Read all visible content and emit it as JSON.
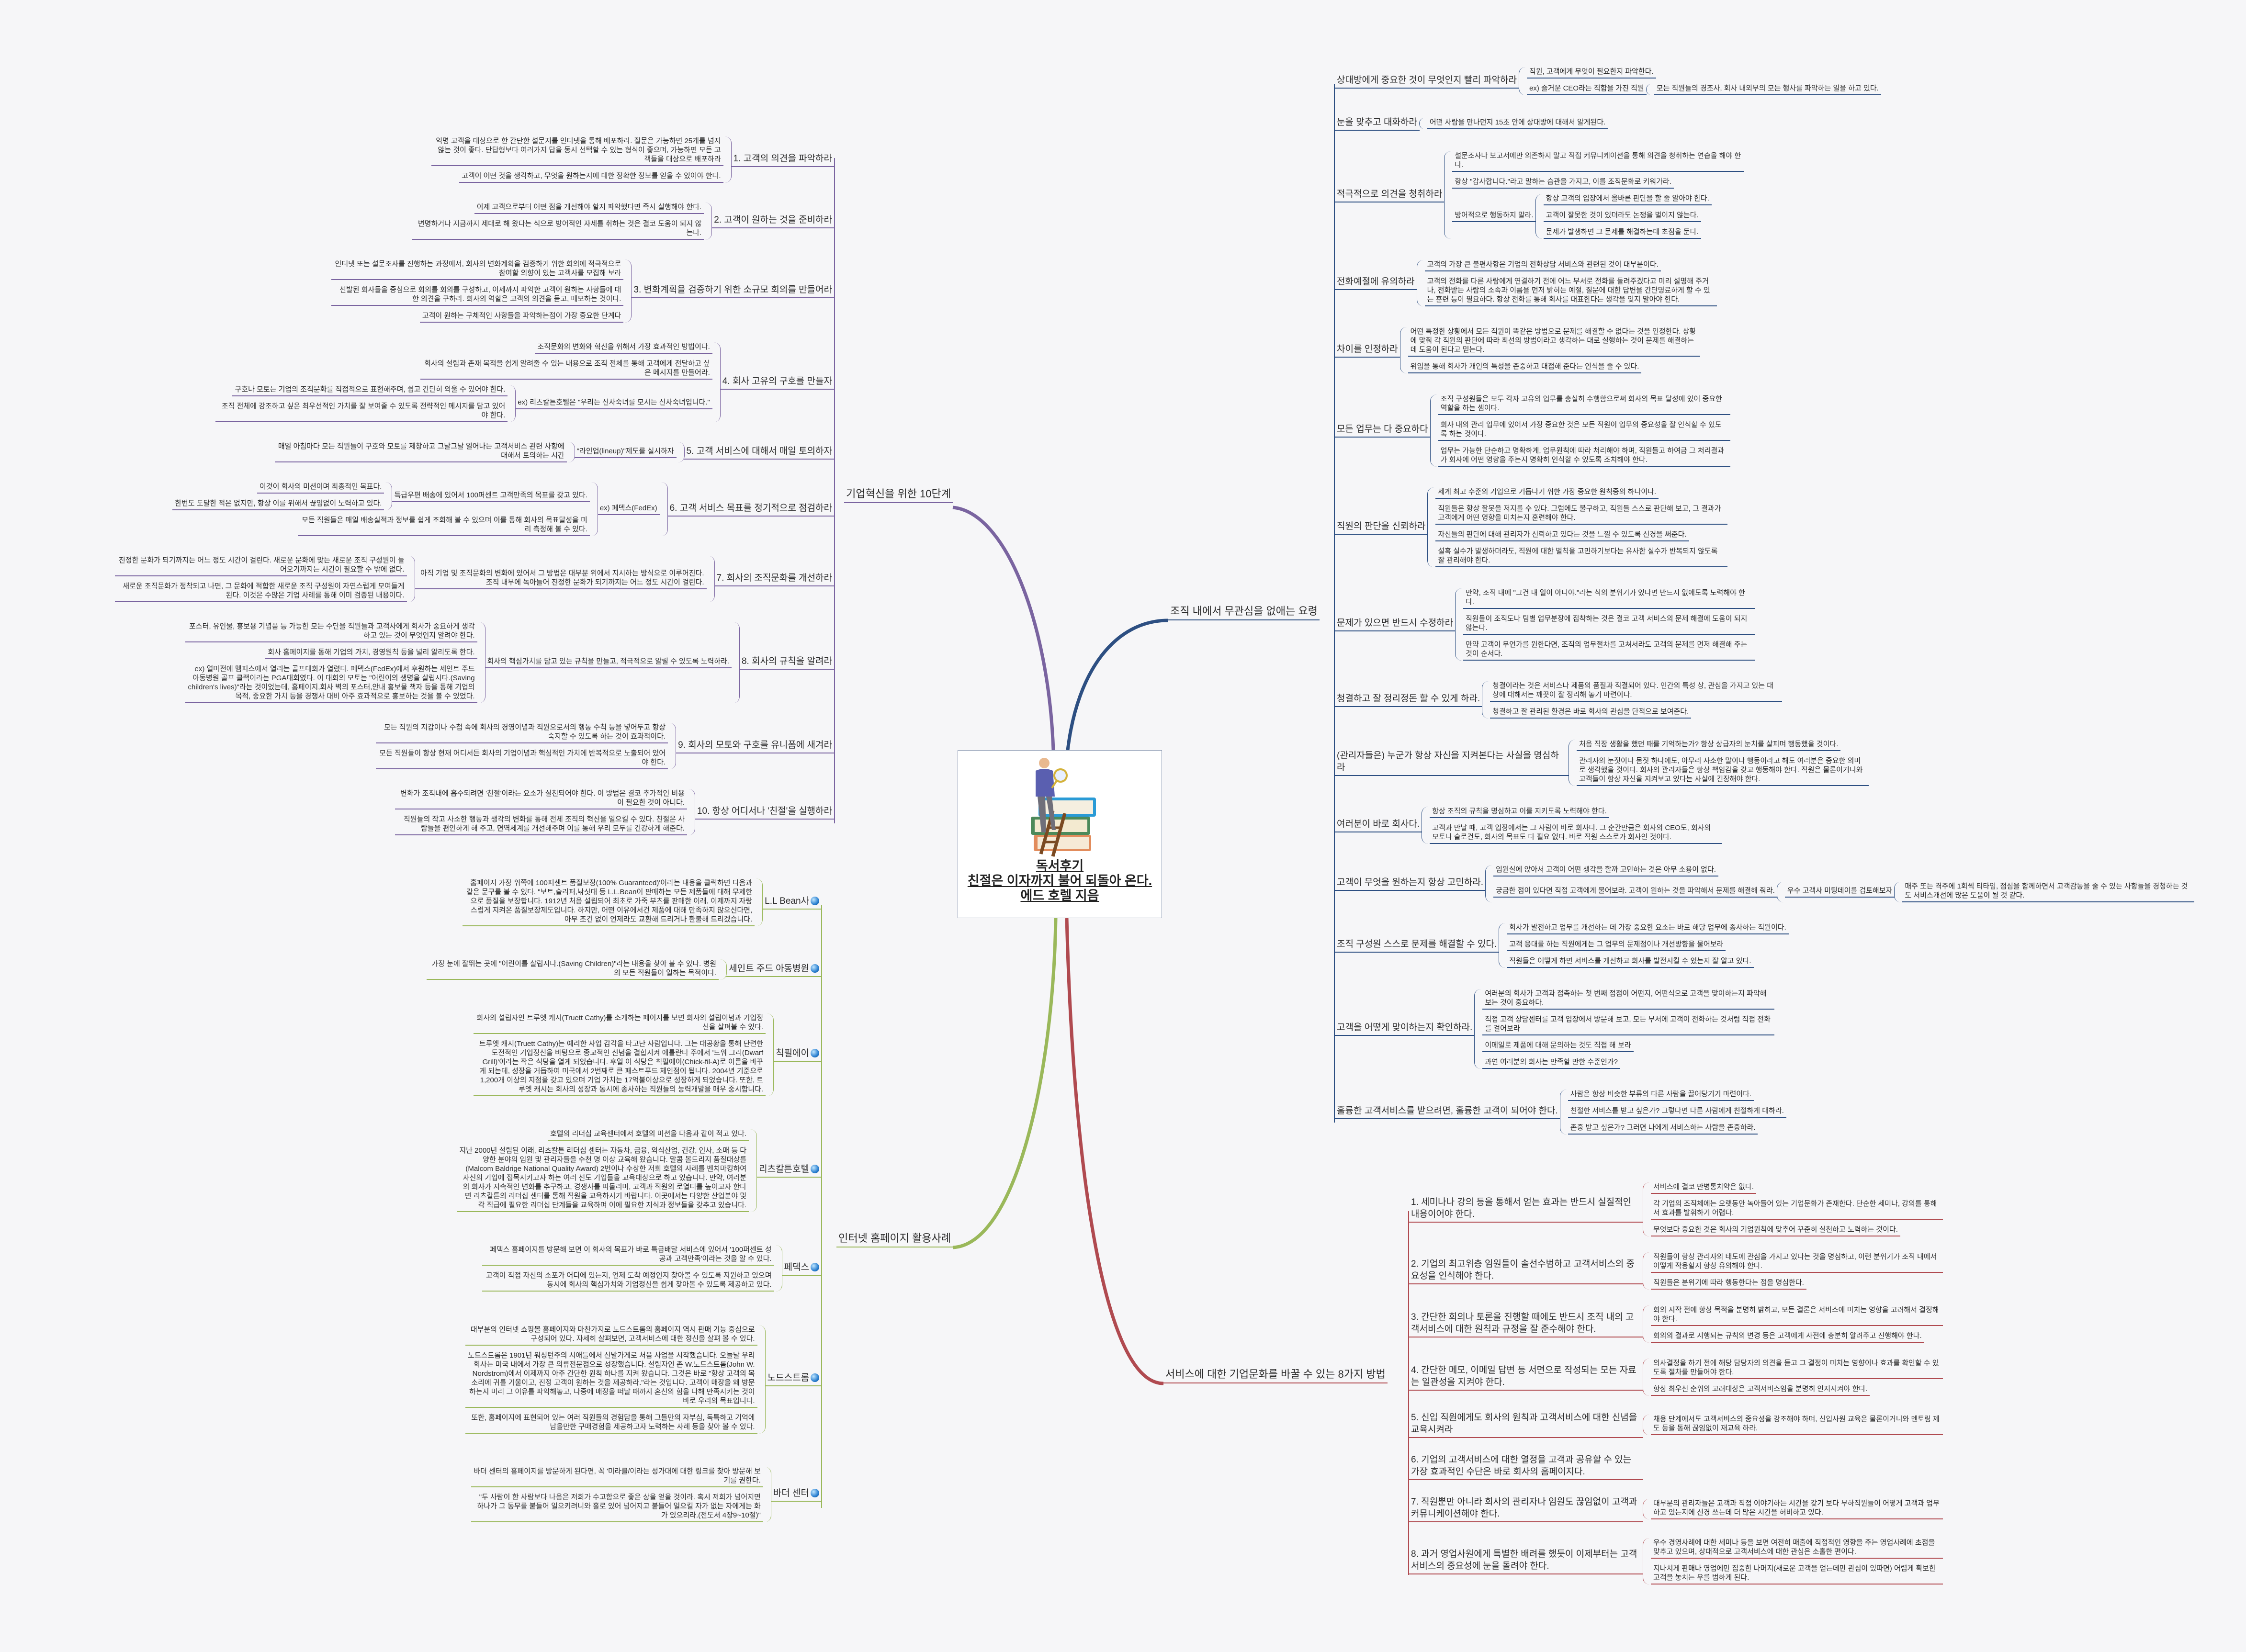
{
  "root": {
    "line1": "독서후기",
    "line2": "친절은 이자까지 불어 되돌아 온다.",
    "line3": "에드 호렐 지음"
  },
  "colors": {
    "purple": "#7a64a0",
    "navy": "#2d4f82",
    "red": "#b04a50",
    "green": "#9ab85a"
  },
  "branches": [
    {
      "id": "purple",
      "side": "left",
      "color": "#7a64a0",
      "label": "기업혁신을 위한 10단계",
      "topics": [
        {
          "label": "1. 고객의 의견을 파악하라",
          "children": [
            {
              "label": "익명 고객을 대상으로 한 간단한 설문지를 인터넷을 통해 배포하라. 질문은 가능하면 25개를 넘지 않는 것이 좋다. 단답형보다 여러가지 답을 동시 선택할 수 있는 형식이 좋으며, 가능하면 모든 고객들을 대상으로 배포하라"
            },
            {
              "label": "고객이 어떤 것을 생각하고, 무엇을 원하는지에 대한 정확한 정보를 얻을 수 있어야 한다."
            }
          ]
        },
        {
          "label": "2. 고객이 원하는 것을 준비하라",
          "children": [
            {
              "label": "이제 고객으로부터 어떤 점을 개선해야 할지 파악했다면 즉시 실행해야 한다."
            },
            {
              "label": "변명하거나 지금까지 제대로 해 왔다는 식으로 방어적인 자세를 취하는 것은 결코 도움이 되지 않는다."
            }
          ]
        },
        {
          "label": "3. 변화계획을 검증하기 위한 소규모 회의를 만들어라",
          "children": [
            {
              "label": "인터넷 또는 설문조사를 진행하는 과정에서, 회사의 변화계획을 검증하기 위한 회의에 적극적으로 참여할 의향이 있는 고객사를 모집해 보라"
            },
            {
              "label": "선발된 회사들을 중심으로 회의를 회의를 구성하고, 이제까지 파악한 고객이 원하는 사항들에 대한 의견을 구하라.  회사의 역할은 고객의 의견을 듣고, 메모하는 것이다."
            },
            {
              "label": "고객이 원하는 구체적인 사항들을 파악하는점이 가장 중요한 단계다"
            }
          ]
        },
        {
          "label": "4. 회사 고유의 구호를 만들자",
          "children": [
            {
              "label": "조직문화의 변화와 혁신을 위해서 가장 효과적인 방법이다."
            },
            {
              "label": "회사의 설립과 존재 목적을 쉽게 알려줄 수 있는 내용으로 조직 전체를 통해 고객에게 전달하고 싶은 메시지를 만들어라."
            },
            {
              "label": "ex) 리츠칼튼호텔은 \"우리는 신사숙녀를 모시는 신사숙녀입니다.\"",
              "children": [
                {
                  "label": "구호나 모토는 기업의 조직문화를 직접적으로 표현해주며, 쉽고 간단히 외울 수 있어야 한다."
                },
                {
                  "label": "조직 전체에 강조하고 싶은 최우선적인 가치를 잘 보여줄 수 있도록 전략적인 메시지를 담고 있어야 한다."
                }
              ]
            }
          ]
        },
        {
          "label": "5. 고객 서비스에 대해서 매일 토의하자",
          "children": [
            {
              "label": "\"라인업(lineup)\"제도를 실시하자",
              "children": [
                {
                  "label": "매일 아침마다 모든 직원들이 구호와 모토를 제창하고 그날그날 일어나는 고객서비스 관련 사항에 대해서 토의하는 시간"
                }
              ]
            }
          ]
        },
        {
          "label": "6. 고객 서비스 목표를 정기적으로 점검하라",
          "children": [
            {
              "label": "ex) 페덱스(FedEx)",
              "children": [
                {
                  "label": "특급우편 배송에 있어서 100퍼센트 고객만족의 목표를 갖고 있다.",
                  "children": [
                    {
                      "label": "이것이 회사의 미션이며 최종적인 목표다."
                    },
                    {
                      "label": "한번도 도달한 적은 없지만, 항상 이를 위해서 끊임없이 노력하고 있다."
                    }
                  ]
                },
                {
                  "label": "모든 직원들은 매일 배송실적과 정보를 쉽게 조회해 볼 수 있으며 이를 통해 회사의 목표달성을 미리 측정해 볼 수 있다."
                }
              ]
            }
          ]
        },
        {
          "label": "7. 회사의 조직문화를 개선하라",
          "children": [
            {
              "label": "아직 기업 및 조직문화의 변화에 있어서 그 방법은 대부분 위에서 지시하는 방식으로 이루어진다.조직 내부에 녹아들어 진정한 문화가 되기까지는 어느 정도 시간이 걸린다.",
              "children": [
                {
                  "label": "진정한 문화가 되기까지는 어느 정도 시간이 걸린다. 새로운 문화에 맞는 새로운 조직 구성원이 들어오기까지는 시간이 필요할 수 밖에 없다."
                },
                {
                  "label": "새로운 조직문화가 정착되고 나면, 그 문화에 적합한 새로운 조직 구성원이 자연스럽게 모여들게 된다. 이것은 수많은 기업 사례를 통해 이미 검증된 내용이다."
                }
              ]
            }
          ]
        },
        {
          "label": "8. 회사의 규칙을 알려라",
          "children": [
            {
              "label": "회사의 핵심가치를 담고 있는 규칙을 만들고, 적극적으로 알릴 수 있도록 노력하라.",
              "children": [
                {
                  "label": "포스터, 유인물, 홍보용 기념품 등 가능한 모든 수단을 직원들과 고객사에게 회사가 중요하게 생각하고 있는 것이 무엇인지 알려야 한다."
                },
                {
                  "label": "회사 홈페이지를 통해 기업의 가치, 경영원칙 등을 널리 알리도록 한다."
                },
                {
                  "label": "ex) 얼마전에 멤피스에서 열리는 골프대회가 열렸다. 페덱스(FedEx)에서 후원하는 세인트 주드 아동병원 골프 클랙이라는 PGA대회였다. 이 대회의 모토는 \"어린이의 생명을 살립시다.(Saving children's lives)\"라는 것이었는데, 홈페이지,회사 벽의 포스터,안내 홍보물 책자 등을 통해 기업의 목적, 중요한 가치 등을 경쟁사 대비 아주 효과적으로 홍보하는 것을 볼 수 있었다."
                }
              ]
            }
          ]
        },
        {
          "label": "9. 회사의 모토와 구호를 유니폼에 새겨라",
          "children": [
            {
              "label": "모든 직원의 지갑이나 수첩 속에 회사의 경영이념과 직원으로서의 행동 수칙 등을 넣어두고 항상 숙지할 수 있도록 하는 것이 효과적이다."
            },
            {
              "label": "모든 직원들이 항상 현재 어디서든 회사의 기업이념과 핵심적인 가치에 반복적으로 노출되어 있어야 한다."
            }
          ]
        },
        {
          "label": "10. 항상 어디서나 '친절'을 실행하라",
          "children": [
            {
              "label": "변화가 조직내에 흡수되려면 '친절'이라는 요소가 실천되어야 한다. 이 방법은 결코 추가적인 비용이 필요한 것이 아니다."
            },
            {
              "label": "직원들의 작고 사소한 행동과 생각의 변화를 통해 전체 조직의 혁신을 일으킬 수 있다. 친절은 사람들을 편안하게 해 주고, 면역체계를 개선해주며 이를 통해 우리 모두를 건강하게 해준다."
            }
          ]
        }
      ]
    },
    {
      "id": "navy",
      "side": "right",
      "color": "#2d4f82",
      "label": "조직 내에서 무관심을 없애는 요령",
      "topics": [
        {
          "label": "상대방에게 중요한 것이 무엇인지 빨리 파악하라",
          "children": [
            {
              "label": "직원, 고객에게 무엇이 필요한지 파악한다."
            },
            {
              "label": "ex) 즐거운 CEO라는 직함을 가진 직원",
              "children": [
                {
                  "label": "모든 직원들의 경조사, 회사 내외부의 모든 행사를 파악하는 일을 하고 있다."
                }
              ]
            }
          ]
        },
        {
          "label": "눈을 맞추고 대화하라",
          "children": [
            {
              "label": "어떤 사람을 만나던지 15초 안에 상대방에 대해서 알게된다."
            }
          ]
        },
        {
          "label": "적극적으로 의견을 청취하라",
          "children": [
            {
              "label": "설문조사나 보고서에만 의존하지 말고 직접 커뮤니케이션을 통해 의견을 청취하는 연습을 해야 한다."
            },
            {
              "label": "항상 \"감사합니다.\"라고 말하는 습관을 가지고, 이를 조직문화로 키워가라."
            },
            {
              "label": "방어적으로 행동하지 말라.",
              "children": [
                {
                  "label": "항상 고객의 입장에서 올바른 판단을 할 줄 알아야 한다."
                },
                {
                  "label": "고객이 잘못한 것이 있더라도 논쟁을 벌이지 않는다."
                },
                {
                  "label": "문제가 발생하면 그 문제를 해결하는데 초점을 둔다."
                }
              ]
            }
          ]
        },
        {
          "label": "전화예절에 유의하라",
          "children": [
            {
              "label": "고객의 가장 큰 불편사항은 기업의 전화상담 서비스와 관련된 것이 대부분이다."
            },
            {
              "label": "고객의 전화를 다른 사람에게 연결하기 전에 어느 부서로 전화를 돌려주겠다고 미리 설명해 주거나, 전화받는 사람의 소속과 이름을 먼저 밝히는 예절, 질문에 대한 답변을 간단명료하게 할 수 있는 훈련 등이 필요하다. 항상 전화를 통해 회사를 대표한다는 생각을 잊지 말아야 한다."
            }
          ]
        },
        {
          "label": "차이를 인정하라",
          "children": [
            {
              "label": "어떤 특정한 상황에서 모든 직원이 똑같은 방법으로 문제를 해결할 수 없다는 것을 인정한다. 상황에 맞춰 각 직원의 판단에 따라 최선의 방법이라고 생각하는 대로 실행하는 것이 문제를 해결하는 데 도움이 된다고 믿는다."
            },
            {
              "label": "위임을 통해 회사가 개인의 특성을 존중하고 대접해 준다는 인식을 줄 수 있다."
            }
          ]
        },
        {
          "label": "모든 업무는 다 중요하다",
          "children": [
            {
              "label": "조직 구성원들은 모두 각자 고유의 업무를 충실히 수행함으로써 회사의 목표 달성에 있어 중요한 역할을 하는 셈이다."
            },
            {
              "label": "회사 내의 관리 업무에 있어서 가장 중요한 것은 모든 직원이 업무의 중요성을 잘 인식할 수 있도록 하는 것이다."
            },
            {
              "label": "업무는 가능한 단순하고 명확하게, 업무원칙에 따라 처리해야 하며, 직원들고 하여금 그 처리결과가 회사에 어떤 영향을 주는지 명확히 인식할 수 있도록 조치해야 한다."
            }
          ]
        },
        {
          "label": "직원의 판단을 신뢰하라",
          "children": [
            {
              "label": "세계 최고 수준의 기업으로 거듭나기 위한 가장 중요한 원칙중의 하나이다."
            },
            {
              "label": "직원들은 항상 잘못을 저지를 수 있다. 그럼에도 불구하고, 직원들 스스로 판단해 보고, 그 결과가 고객에게 어떤 영향을 미치는지 훈련해야 한다."
            },
            {
              "label": "자신들의 판단에 대해 관리자가 신뢰하고 있다는 것을 느낄 수 있도록 신경을 써준다."
            },
            {
              "label": "설혹 실수가 발생하더라도, 직원에 대한 벌칙을 고민하기보다는 유사한 실수가 반복되지 않도록 잘 관리해야 한다."
            }
          ]
        },
        {
          "label": "문제가 있으면 반드시 수정하라",
          "children": [
            {
              "label": "만약, 조직 내에 \"그건 내 일이 아니야.\"라는 식의 분위기가 있다면 반드시 없애도록 노력해야 한다."
            },
            {
              "label": "직원들이 조직도나 팀별 업무분장에 집착하는 것은 결코 고객 서비스의 문제 해결에 도움이 되지 않는다."
            },
            {
              "label": "만약 고객이 무언가를 원한다면, 조직의 업무절차를 고쳐서라도 고객의 문제를 먼저 해결해 주는 것이 순서다."
            }
          ]
        },
        {
          "label": "청결하고 잘 정리정돈 할 수 있게 하라.",
          "children": [
            {
              "label": "청결이라는 것은 서비스나 제품의 품질과 직결되어 있다. 인간의 특성 상, 관심을 가지고 있는 대상에 대해서는 깨끗이 잘 정리해 놓기 마련이다."
            },
            {
              "label": "청결하고 잘 관리된 환경은 바로 회사의 관심을 단적으로 보여준다."
            }
          ]
        },
        {
          "label": "(관리자들은) 누군가 항상 자신을 지켜본다는 사실을 명심하라",
          "children": [
            {
              "label": "처음 직장 생활을 했던 때를 기억하는가? 항상 상급자의 눈치를 살피며 행동했을 것이다."
            },
            {
              "label": "관리자의 눈짓이나 몸짓 하나에도, 아무리 사소한 말이나 행동이라고 해도 여러분은 중요한 의미로 생각했을 것이다. 회사의 관리자들은 항상 책임감을 갖고 행동해야 한다. 직원은 물론이거니와 고객들이 항상 자신을 지켜보고 있다는 사실에 긴장해야 한다."
            }
          ]
        },
        {
          "label": "여러분이 바로 회사다.",
          "children": [
            {
              "label": "항상 조직의 규칙을 명심하고 이를 지키도록 노력해야 한다."
            },
            {
              "label": "고객과 만날 때, 고객 입장에서는 그 사람이 바로 회사다. 그 순간만큼은 회사의 CEO도, 회사의 모토나 슬로건도, 회사의 목표도 다 필요 없다. 바로 직원 스스로가 회사인 것이다."
            }
          ]
        },
        {
          "label": "고객이 무엇을 원하는지 항상 고민하라.",
          "children": [
            {
              "label": "임원실에 앉아서 고객이 어떤 생각을 할까 고민하는 것은 아무 소용이 없다."
            },
            {
              "label": "궁금한 점이 있다면 직접 고객에게 물어보라. 고객이 원하는 것을 파악해서 문제를 해결해 줘라.",
              "children": [
                {
                  "label": "우수 고객사 미팅데이를 검토해보자",
                  "children": [
                    {
                      "label": "매주 또는 격주에 1회씩 티타임, 점심을 함께하면서 고객감동을 줄 수 있는 사항들을 경청하는 것도 서비스개선에 많은 도움이 될 것 같다."
                    }
                  ]
                }
              ]
            }
          ]
        },
        {
          "label": "조직 구성원 스스로 문제를 해결할 수 있다.",
          "children": [
            {
              "label": "회사가 발전하고 업무를 개선하는 데 가장 중요한 요소는 바로 해당 업무에 종사하는 직원이다."
            },
            {
              "label": "고객 응대를 하는 직원에게는 그 업무의 문제점이나 개선방향을 물어보라"
            },
            {
              "label": "직원들은 어떻게 하면 서비스를 개선하고 회사를 발전시킬 수 있는지 잘 알고 있다."
            }
          ]
        },
        {
          "label": "고객을 어떻게 맞이하는지 확인하라.",
          "children": [
            {
              "label": "여러분의 회사가 고객과 접촉하는 첫 번째 접점이 어떤지, 어떤식으로 고객을 맞이하는지 파악해 보는 것이 중요하다."
            },
            {
              "label": "직접 고객 상담센터를 고객 입장에서 방문해 보고, 모든 부서에 고객이 전화하는 것처럼 직접 전화를 걸어보라"
            },
            {
              "label": "이메일로 제품에 대해 문의하는 것도 직접 해 보라"
            },
            {
              "label": "과연 여러분의 회사는 만족할 만한 수준인가?"
            }
          ]
        },
        {
          "label": "훌륭한 고객서비스를 받으려면, 훌륭한 고객이 되어야 한다.",
          "children": [
            {
              "label": "사람은 항상 비슷한 부류의 다른 사람을 끌어당기기 마련이다."
            },
            {
              "label": "친절한 서비스를 받고 싶은가? 그렇다면 다른 사람에게 친절하게 대하라."
            },
            {
              "label": "존중 받고 싶은가? 그러면 나에게 서비스하는 사람을 존중하라."
            }
          ]
        }
      ]
    },
    {
      "id": "red",
      "side": "right",
      "color": "#b04a50",
      "label": "서비스에 대한 기업문화를 바꿀 수 있는 8가지 방법",
      "topics": [
        {
          "label": "1. 세미나나 강의 등을 통해서 얻는 효과는 반드시 실질적인 내용이어야 한다.",
          "children": [
            {
              "label": "서비스에 결코 만병통치약은 없다."
            },
            {
              "label": "각 기업의 조직체에는 오랫동안 녹아들어 있는 기업문화가 존재한다. 단순한 세미나, 강의를 통해서 효과를 발휘하기 어렵다."
            },
            {
              "label": "무엇보다 중요한 것은 회사의 기업원칙에 맞추어 꾸준히 실천하고 노력하는 것이다."
            }
          ]
        },
        {
          "label": "2. 기업의 최고위층 임원들이 솔선수범하고 고객서비스의 중요성을 인식해야 한다.",
          "children": [
            {
              "label": "직원들이 항상 관리자의 태도에 관심을 가지고 있다는 것을 명심하고, 이런 분위기가 조직 내에서 어떻게 작용할지 항상 유의해야 한다."
            },
            {
              "label": "직원들은 분위기에 따라 행동한다는 점을 명심한다."
            }
          ]
        },
        {
          "label": "3. 간단한 회의나 토론을 진행할 때에도 반드시 조직 내의 고객서비스에 대한 원칙과 규정을 잘 준수해야 한다.",
          "children": [
            {
              "label": "회의 시작 전에 항상 목적을 분명히 밝히고, 모든 결론은 서비스에 미치는 영향을 고려해서 결정해야 한다."
            },
            {
              "label": "회의의 결과로 시행되는 규칙의 변경 등은 고객에게 사전에 충분히 알려주고 진행해야 한다."
            }
          ]
        },
        {
          "label": "4. 간단한 메모, 이메일 답변 등 서면으로 작성되는 모든 자료는 일관성을 지켜야 한다.",
          "children": [
            {
              "label": "의사결정을 하기 전에 해당 담당자의 의견을 듣고 그 결정이 미치는 영향이나 효과를 확인할 수 있도록 절차를 만들어야 한다."
            },
            {
              "label": "항상 최우선 순위의 고려대상은 고객서비스임을 분명히 인지시켜야 한다."
            }
          ]
        },
        {
          "label": "5. 신입 직원에게도 회사의 원칙과 고객서비스에 대한 신념을 교육시켜라",
          "children": [
            {
              "label": "채용 단계에서도 고객서비스의 중요성을 강조해야 하며, 신입사원 교육은 물론이거니와 멘토링 제도 등을 통해 끊임없이 재교육 하라."
            }
          ]
        },
        {
          "label": "6. 기업의 고객서비스에 대한 열정을 고객과 공유할 수 있는 가장 효과적인 수단은 바로 회사의 홈페이지다."
        },
        {
          "label": "7. 직원뿐만 아니라 회사의 관리자나 임원도 끊임없이 고객과 커뮤니케이션해야 한다.",
          "children": [
            {
              "label": "대부분의 관리자들은 고객과 직접 이야기하는 시간을 갖기 보다 부하직원들이 어떻게 고객과 업무하고 있는지에 신경 쓰는데 더 많은 시간을 허비하고 있다."
            }
          ]
        },
        {
          "label": "8. 과거 영업사원에게 특별한 배려를 했듯이 이제부터는 고객 서비스의 중요성에 눈을 돌려야 한다.",
          "children": [
            {
              "label": "우수 경영사례에 대한 세미나 등을 보면 여전히 매출에 직접적인 영향을 주는 영업사례에 초점을 맞추고 있으며, 상대적으로 고객서비스에 대한 관심은 소홀한 편이다."
            },
            {
              "label": "지나치게 판매나 영업에만 집중한 나머지(새로운 고객을 얻는데만 관심이 있따면) 어렵게 확보한 고객을 놓치는 우를 범하게 된다."
            }
          ]
        }
      ]
    },
    {
      "id": "green",
      "side": "left",
      "color": "#9ab85a",
      "label": "인터넷 홈페이지 활용사례",
      "topics": [
        {
          "label": "L.L Bean사",
          "icon": "globe-link-icon",
          "children": [
            {
              "label": "홈페이지 가장 위쪽에 100퍼센트 품질보장(100% Guaranteed)'이라는 내용을 클릭하면 다음과 같은 문구를 볼 수 있다. \"보트,슬리퍼,낚싯대 등 L.L.Bean이 판매하는 모든 제품들에 대해 무제한으로 품질을 보장합니다. 1912년 처음 설립되어 최초로 가죽 부츠를 판매한 이래, 이제까지 자랑스럽게 지켜온 품질보장제도입니다. 하지만, 어떤 이유에서건 제품에 대해 만족하지 않으신다면, 아무 조건 없이 언제라도 교환해 드리거나 환불해 드리겠습니다."
            }
          ]
        },
        {
          "label": "세인트 주드 아동병원",
          "icon": "globe-link-icon",
          "children": [
            {
              "label": "가장 눈에 잘뛰는 곳에 \"어린이를 살립시다.(Saving Children)\"라는 내용을 찾아 볼 수 있다. 병원의 모든 직원들이 일하는 목적이다."
            }
          ]
        },
        {
          "label": "칙필에이",
          "icon": "globe-link-icon",
          "children": [
            {
              "label": "회사의 설립자인 트루엣 케시(Truett Cathy)를 소개하는 페이지를 보면 회사의 설립이념과 기업정신을 살펴볼 수 있다."
            },
            {
              "label": "트루엣 캐시(Truett Cathy)는 예리한 사업 감각을 타고난 사람입니다. 그는 대공황을 통해 단련한 도전적인 기업정신을 바탕으로 종교적인 신념을 결합시켜 애틀란타 주에서 '드워 그리(Dwarf Grill)'이라는 작은 식당을 열게 되었습니다. 후일 이 식당은 칙필에이(Chick-fil-A)로 이름을 바꾸게 되는데, 성장을 거듭하여 미국에서 2번째로 큰 패스트푸드 체인점이 됩니다. 2004년 기준으로 1,200개 이상의 지점을 갖고 있으며 기업 가치는 17억불이상으로 성장하게 되었습니다. 또한, 트루엣 캐시는 회사의 성장과 동시에 종사하는 직원들의 능력개발을 매우 중시합니다."
            }
          ]
        },
        {
          "label": "리츠칼튼호텔",
          "icon": "globe-link-icon",
          "children": [
            {
              "label": "호텔의 리더십 교육센터에서 호텔의 미션을 다음과 같이 적고 있다."
            },
            {
              "label": "지난 2000년 설립된 이래, 리츠칼튼 리더십 센터는 자동차, 금융, 외식산업, 건강, 인사, 소매 등 다양한 분야의 임원 및 관리자들을 수천 명 이상 교육해 왔습니다. 말콤 볼드리지 품질대상를(Malcom Baldrige National Quality Award) 2번이나 수상한 저희 호텔의 사례를 벤치마킹하여 자신의 기업에 접목시키고자 하는 여러 선도 기업들을 교육대상으로 하고 있습니다. 만약, 여러분의 회사가 지속적인 변화를 추구하고, 경쟁사를 따돌리며, 고객과 직원의 로열티를 높이고자 한다면 리츠칼튼의 리더십 센터를 통해 직원을 교육하시기 바랍니다. 이곳에서는 다양한 산업분야 및 각 직급에 필요한 리더십 단계들을 교육하며 이에 필요한 지식과 정보들을 갖추고 있습니다."
            }
          ]
        },
        {
          "label": "페덱스",
          "icon": "globe-link-icon",
          "children": [
            {
              "label": "페덱스 홈페이지를 방문해 보면 이 회사의 목표가 바로 특급배달 서비스에 있어서 '100퍼센트 성공과 고객만족'이라는 것을 알 수 있다."
            },
            {
              "label": "고객이 직접 자신의 소포가 어디에 있는지, 언제 도착 예정인지 찾아볼 수 있도록 지원하고 있으며 동시에 회사의 핵심가치와 기업정신을 쉽게 찾아볼 수 있도록 제공하고 있다."
            }
          ]
        },
        {
          "label": "노드스트롬",
          "icon": "globe-link-icon",
          "children": [
            {
              "label": "대부분의 인터넷 쇼핑몰 홈페이지와 마찬가지로 노드스트롬의 홈페이지 역시 판매 기능 중심으로 구성되어 있다. 자세히 살펴보면, 고객서비스에 대한 정신을 살펴 볼 수 있다."
            },
            {
              "label": "노드스트롬은 1901년 워싱턴주의 시애틀에서 신발가게로 처음 사업을 시작했습니다. 오늘날 우리 회사는 미국 내에서 가장 큰 의류전문점으로 성장했습니다. 설립자인 존 W.노드스트롬(John W. Nordstrom)에서 이제까지 아주 간단한 원칙 하나를 지켜 왔습니다. 그것은 바로 \"항상 고객의 목소리에 귀를 기울이고, 진정 고객이 원하는 것을 제공하라.\"라는 것입니다. 고객이 매장을 왜 방문하는지 미리 그 이유를 파악해놓고, 나중에 매장을 떠날 때까지 혼신의 힘을 다해 만족시키는 것이 바로 우리의 목표입니다."
            },
            {
              "label": "또한, 홈페이지에 표현되어 있는 여러 직원들의 경험담을 통해 그들만의 자부심, 독특하고 기억에 남을만한 구매경험을 제공하고자 노력하는 사례 등을 찾아 볼 수 있다."
            }
          ]
        },
        {
          "label": "바더 센터",
          "icon": "globe-link-icon",
          "children": [
            {
              "label": "바더 센터의 홈페이지를 방문하게 된다면, 꼭 '미라클/이라는 성가대에 대한 링크를 찾아 방문해 보기를 권한다."
            },
            {
              "label": "\"두 사람이 한 사람보다 나음은 저희가 수고함으로 좋은 상을 얻을 것이라. 혹시 저희가 넘어지면 하나가 그 동무를 붙들어 일으키려니와 홀로 있어 넘어지고 붙들어 일으킬 자가 없는 자에게는 화가 있으리라.(전도서 4장9~10절)\""
            }
          ]
        }
      ]
    }
  ]
}
